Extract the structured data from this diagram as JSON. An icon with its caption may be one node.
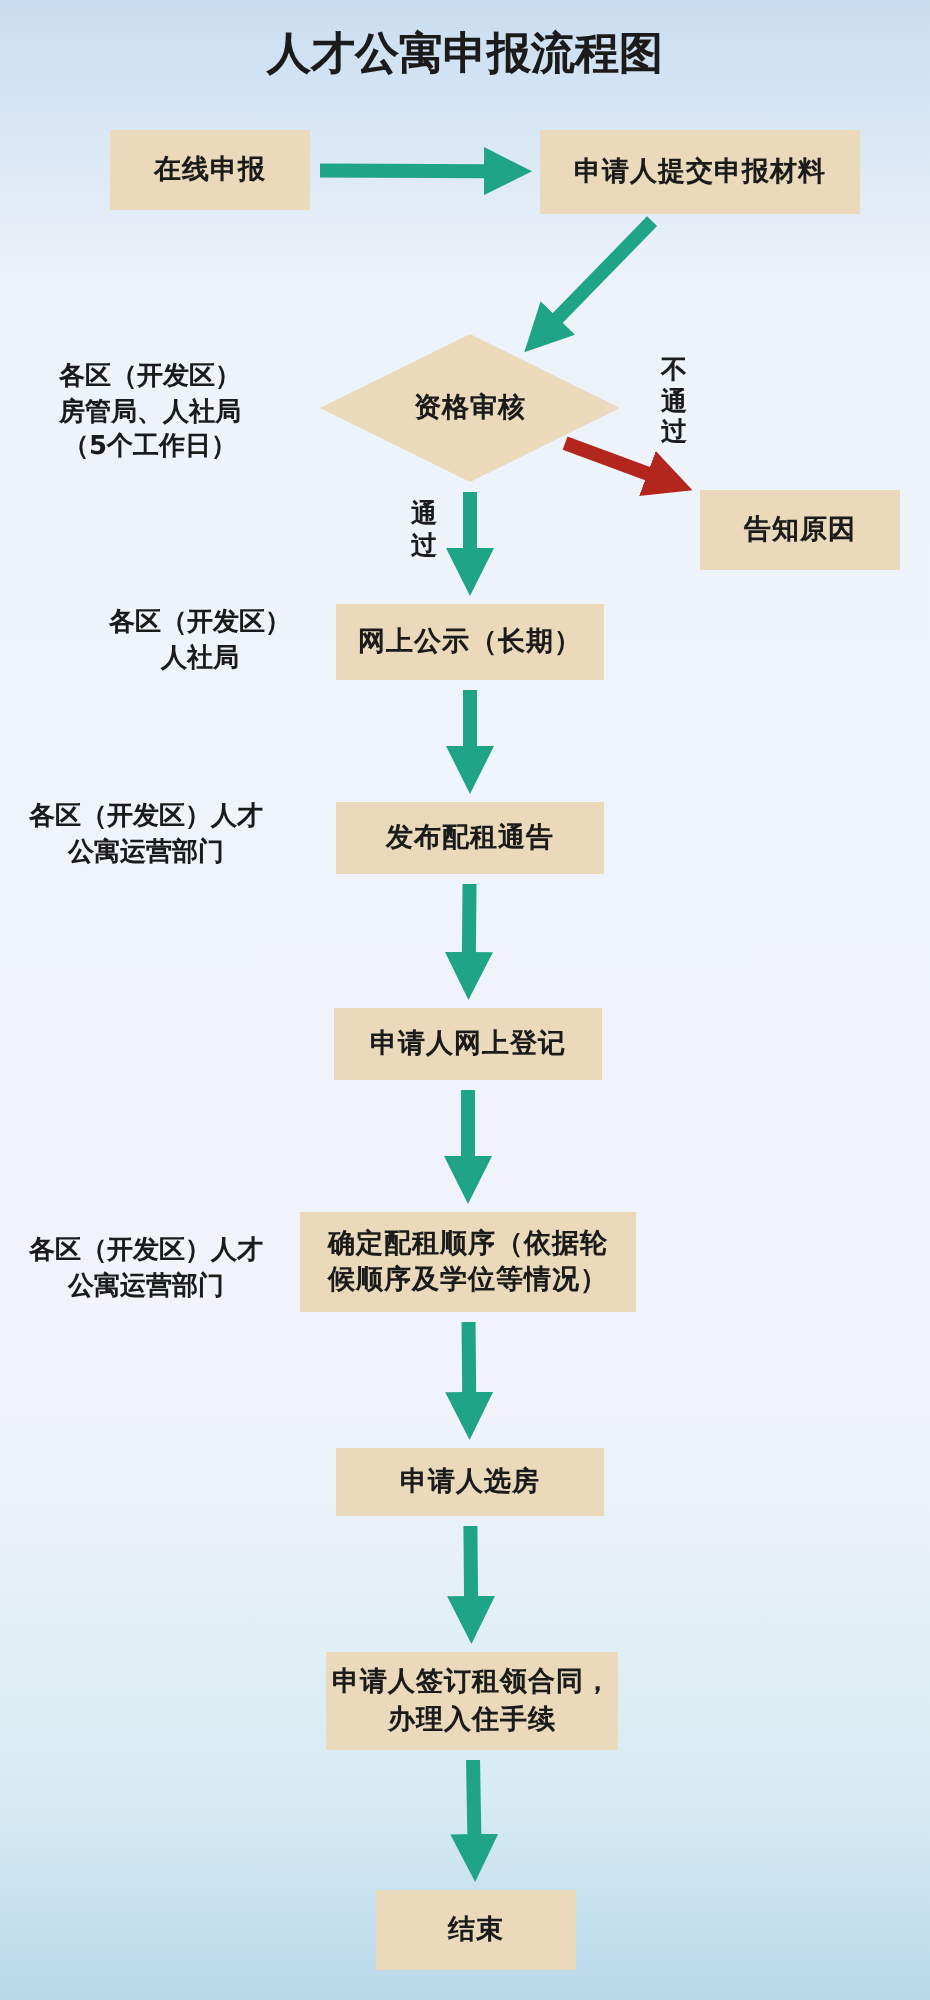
{
  "diagram": {
    "title": "人才公寓申报流程图",
    "nodes": [
      {
        "text": [
          "在线申报"
        ]
      },
      {
        "text": [
          "申请人提交申报材料"
        ]
      },
      {
        "text": [
          "资格审核"
        ],
        "beside": [
          "各区（开发区）房管局、人社局（5个工作日）"
        ]
      },
      {
        "text": [
          "告知原因"
        ]
      },
      {
        "text": [
          "网上公示（长期）"
        ],
        "beside": [
          "各区（开发区）人社局"
        ]
      },
      {
        "text": [
          "发布配租通告"
        ],
        "beside": [
          "各区（开发区）人才公寓运营部门"
        ]
      },
      {
        "text": [
          "申请人网上登记"
        ]
      },
      {
        "text": [
          "确定配租顺序（依据轮候顺序及学位等情况）"
        ],
        "beside": [
          "各区（开发区）人才公寓运营部门"
        ]
      },
      {
        "text": [
          "申请人选房"
        ]
      },
      {
        "text": [
          "申请人签订租领合同，办理入住手续"
        ]
      },
      {
        "text": [
          "结束"
        ]
      }
    ],
    "edges": [
      {
        "from": 0,
        "to": 1,
        "arrow": "to"
      },
      {
        "from": 1,
        "to": 2,
        "arrow": "to"
      },
      {
        "from": 2,
        "to": 3,
        "arrow": "to",
        "label": "不通过",
        "color": "#b3261e"
      },
      {
        "from": 2,
        "to": 4,
        "arrow": "to",
        "label": "通过"
      },
      {
        "from": 4,
        "to": 5,
        "arrow": "to"
      },
      {
        "from": 5,
        "to": 6,
        "arrow": "to"
      },
      {
        "from": 6,
        "to": 7,
        "arrow": "to"
      },
      {
        "from": 7,
        "to": 8,
        "arrow": "to"
      },
      {
        "from": 8,
        "to": 9,
        "arrow": "to"
      },
      {
        "from": 9,
        "to": 10,
        "arrow": "to"
      }
    ]
  }
}
